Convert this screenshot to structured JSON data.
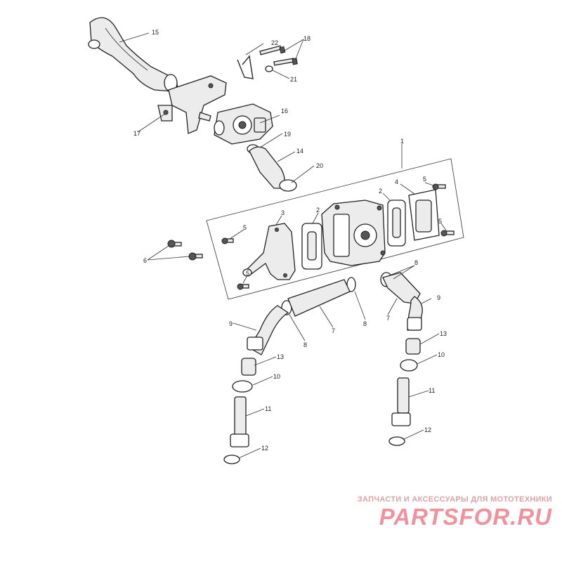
{
  "callouts": {
    "p1": "1",
    "p2a": "2",
    "p2b": "2",
    "p3": "3",
    "p4": "4",
    "p5a": "5",
    "p5b": "5",
    "p5c": "5",
    "p5d": "5",
    "p6": "6",
    "p7a": "7",
    "p7b": "7",
    "p8a": "8",
    "p8b": "8",
    "p8c": "8",
    "p9a": "9",
    "p9b": "9",
    "p10a": "10",
    "p10b": "10",
    "p11a": "11",
    "p11b": "11",
    "p12a": "12",
    "p12b": "12",
    "p13a": "13",
    "p13b": "13",
    "p14": "14",
    "p15": "15",
    "p16": "16",
    "p17": "17",
    "p18": "18",
    "p19": "19",
    "p20": "20",
    "p21": "21",
    "p22": "22"
  },
  "watermark": {
    "tagline": "ЗАПЧАСТИ И АКСЕССУАРЫ ДЛЯ МОТОТЕХНИКИ",
    "brand": "PARTSFOR.RU"
  }
}
